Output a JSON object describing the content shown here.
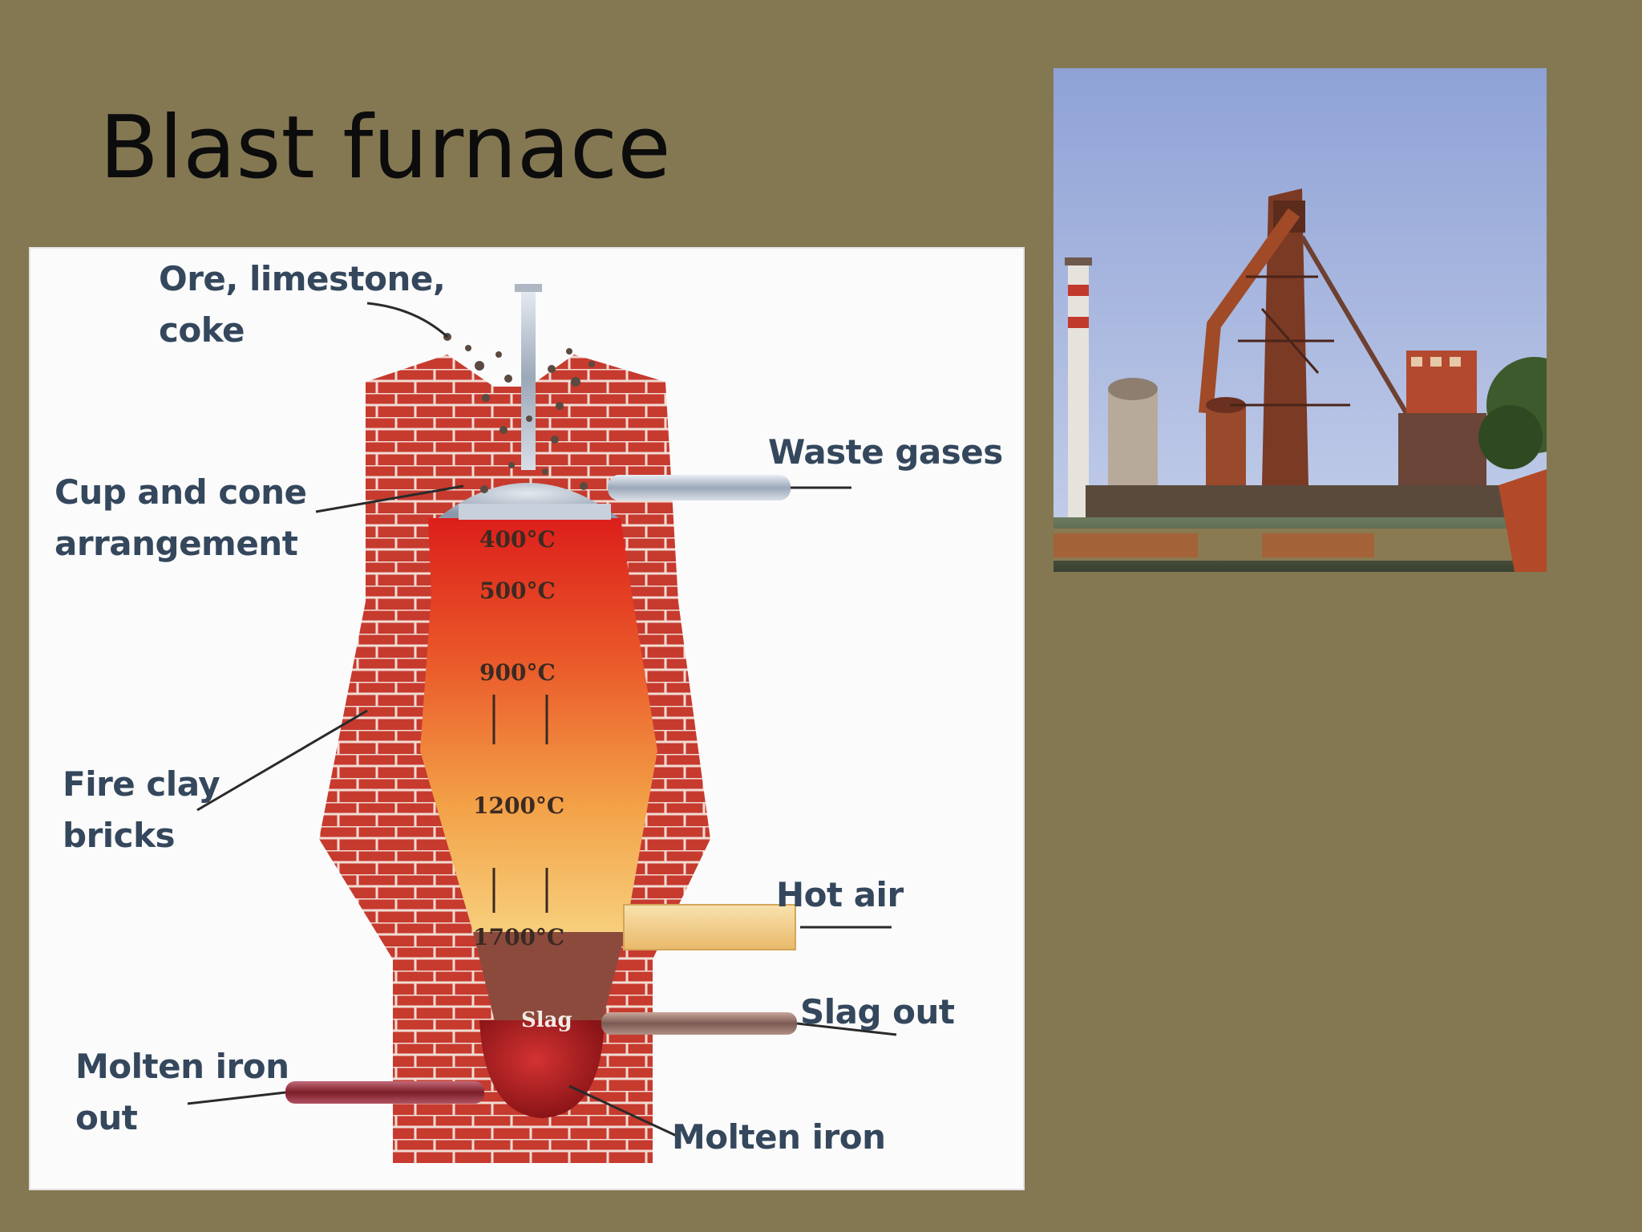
{
  "slide": {
    "title": "Blast furnace"
  },
  "diagram": {
    "labels": {
      "ore_line1": "Ore, limestone,",
      "ore_line2": "coke",
      "cup_line1": "Cup and cone",
      "cup_line2": "arrangement",
      "waste_gases": "Waste gases",
      "fireclay_line1": "Fire clay",
      "fireclay_line2": "bricks",
      "hot_air": "Hot air",
      "slag_out": "Slag out",
      "molten_out_line1": "Molten iron",
      "molten_out_line2": "out",
      "molten_iron": "Molten iron",
      "slag": "Slag"
    },
    "temperatures": [
      "400°C",
      "500°C",
      "900°C",
      "1200°C",
      "1700°C"
    ]
  },
  "photo": {}
}
